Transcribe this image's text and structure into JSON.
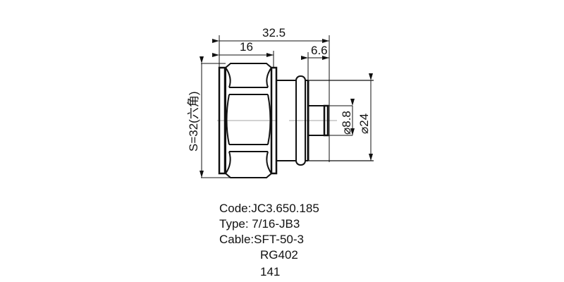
{
  "drawing": {
    "dimensions": {
      "overall_length": "32.5",
      "nut_length": "16",
      "tail_length": "6.6",
      "hex_size": "S=32(六角)",
      "inner_diameter": "⌀8.8",
      "outer_diameter": "⌀24"
    }
  },
  "info": {
    "code": "Code:JC3.650.185",
    "type": "Type: 7/16-JB3",
    "cable": "Cable:SFT-50-3",
    "cable_alt1": "RG402",
    "cable_alt2": "141"
  }
}
